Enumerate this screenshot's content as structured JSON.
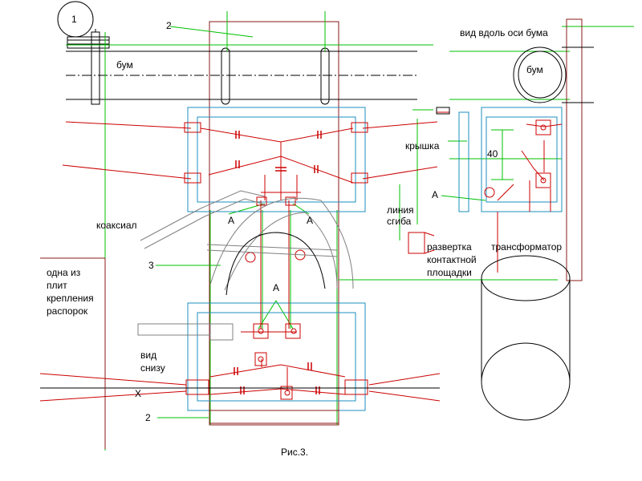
{
  "labels": {
    "circle_num": "1",
    "top_num": "2",
    "bottom_num": "2",
    "ring_num": "3",
    "boom": "бум",
    "boom_right": "бум",
    "view_along": "вид вдоль оси бума",
    "cover": "крышка",
    "dim": "40",
    "a_right": "А",
    "a_left": "А",
    "a_mid": "А",
    "a_center": "А",
    "bend1": "линия",
    "bend2": "сгиба",
    "unfold1": "развертка",
    "unfold2": "контактной",
    "unfold3": "площадки",
    "transformer": "трансформатор",
    "coax": "коаксиал",
    "plate1": "одна из",
    "plate2": "плит",
    "plate3": "крепления",
    "plate4": "распорок",
    "bottom1": "вид",
    "bottom2": "снизу",
    "x_mark": "X",
    "caption": "Рис.3."
  },
  "colors": {
    "frame": "#8b1a1a",
    "blue": "#1e8fbf",
    "green": "#00c000",
    "red": "#cc0000",
    "black": "#000000",
    "gray": "#808080"
  }
}
